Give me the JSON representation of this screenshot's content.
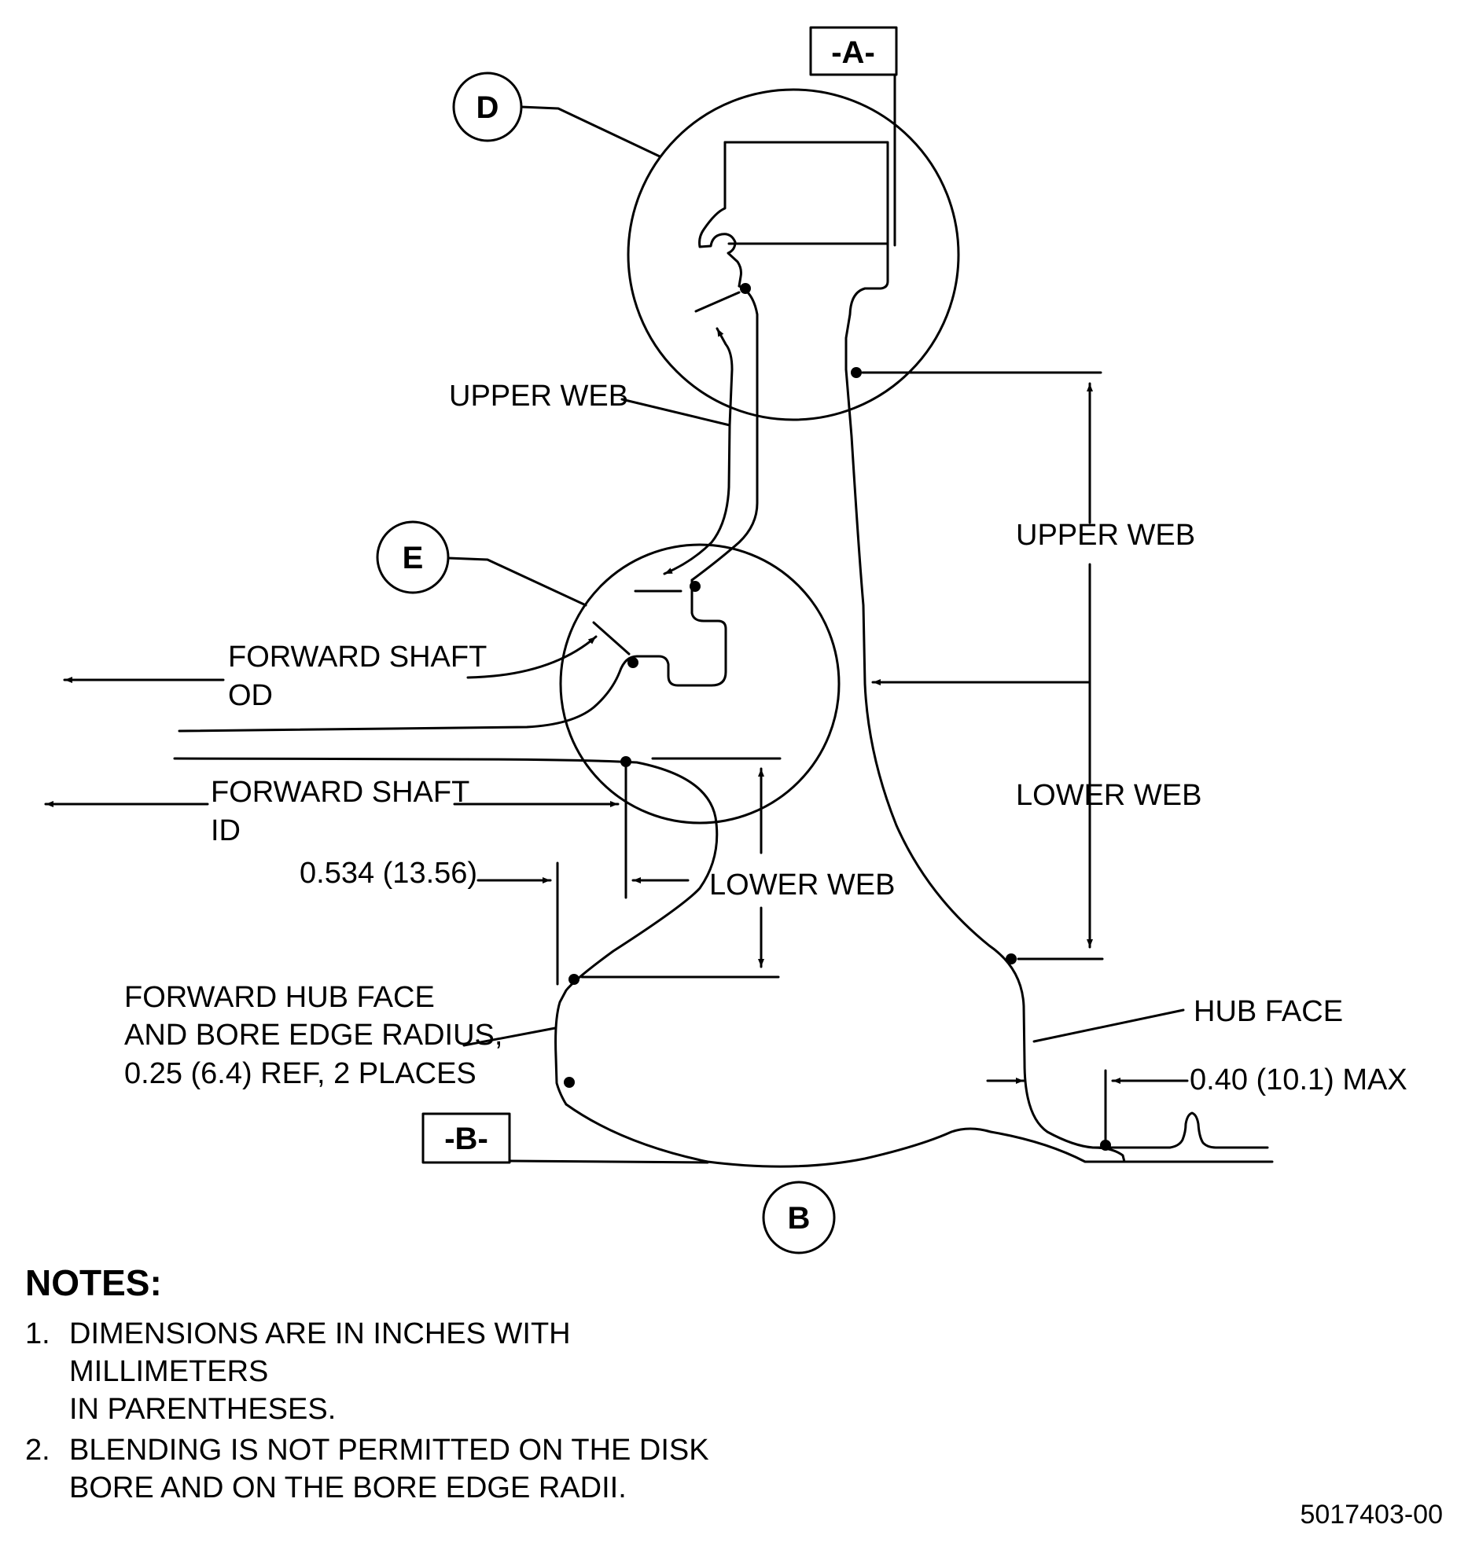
{
  "datums": {
    "a": "-A-",
    "b": "-B-"
  },
  "bubbles": {
    "d": "D",
    "e": "E",
    "b": "B"
  },
  "labels": {
    "upper_web_left": "UPPER WEB",
    "upper_web_right": "UPPER WEB",
    "lower_web_right": "LOWER WEB",
    "lower_web_center": "LOWER WEB",
    "forward_shaft_od_1": "FORWARD SHAFT",
    "forward_shaft_od_2": "OD",
    "forward_shaft_id_1": "FORWARD SHAFT",
    "forward_shaft_id_2": "ID",
    "dim_0534": "0.534 (13.56)",
    "fwd_hub_1": "FORWARD HUB FACE",
    "fwd_hub_2": "AND BORE EDGE RADIUS,",
    "fwd_hub_3": "0.25 (6.4) REF, 2 PLACES",
    "hub_face": "HUB FACE",
    "dim_040": "0.40 (10.1) MAX"
  },
  "notes": {
    "title": "NOTES:",
    "items": [
      {
        "num": "1.",
        "line1": "DIMENSIONS ARE IN INCHES WITH MILLIMETERS",
        "line2": "IN PARENTHESES."
      },
      {
        "num": "2.",
        "line1": "BLENDING IS NOT PERMITTED ON THE DISK",
        "line2": "BORE AND ON THE BORE EDGE RADII."
      }
    ]
  },
  "figure_id": "5017403-00"
}
